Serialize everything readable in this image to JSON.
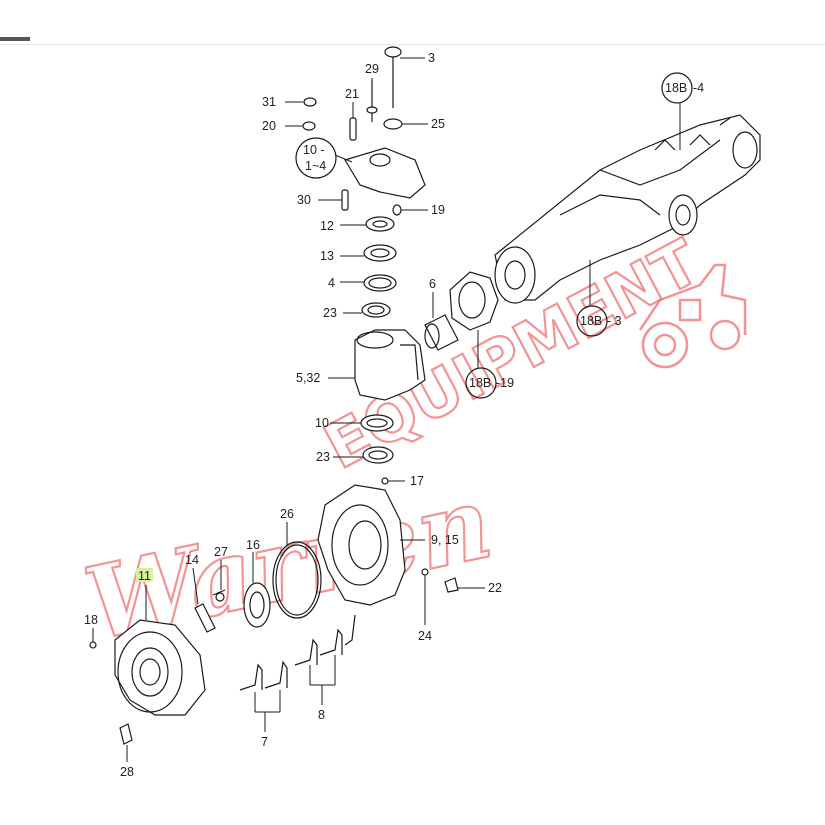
{
  "labels": {
    "p3": "3",
    "p29": "29",
    "p21": "21",
    "p31": "31",
    "p20": "20",
    "p25": "25",
    "p10_1_4_top": "10 -",
    "p10_1_4_bottom": "1~4",
    "p30": "30",
    "p19": "19",
    "p12": "12",
    "p13": "13",
    "p4": "4",
    "p23a": "23",
    "p6": "6",
    "p5_32": "5,32",
    "p10": "10",
    "p23b": "23",
    "p17": "17",
    "p26": "26",
    "p9_15": "9, 15",
    "p16": "16",
    "p27": "27",
    "p14": "14",
    "p11": "11",
    "p18": "18",
    "p22": "22",
    "p24": "24",
    "p8": "8",
    "p7": "7",
    "p28": "28",
    "p18B_4_circle": "18B",
    "p18B_4_suffix": "-4",
    "p18B_3_circle": "18B",
    "p18B_3_suffix": "- 3",
    "p18B_19_circle": "18B",
    "p18B_19_suffix": "-19"
  },
  "watermark": {
    "script_text": "Warren",
    "block_text": "EQUIPMENT",
    "color": "#f07070"
  },
  "colors": {
    "line": "#1a1a1a",
    "highlight": "#d8f0a0"
  }
}
